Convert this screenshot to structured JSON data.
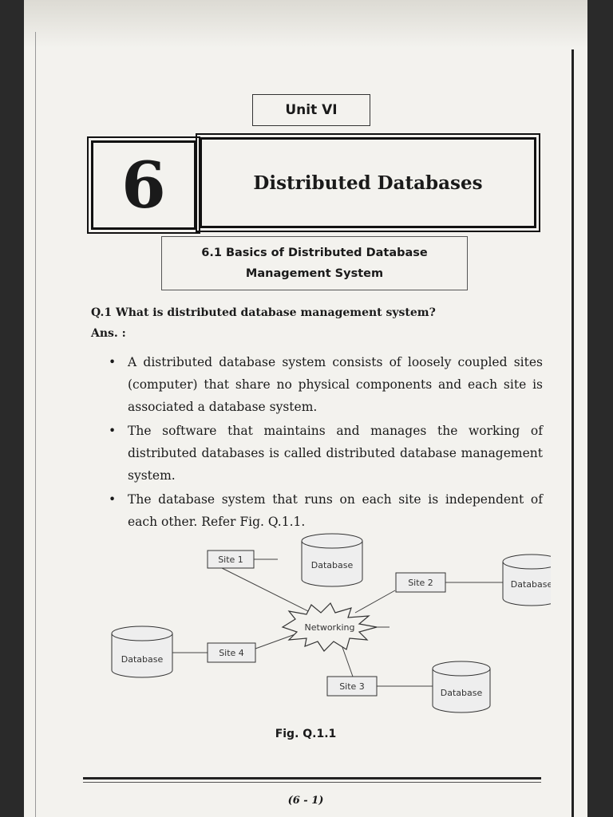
{
  "unit_label": "Unit VI",
  "chapter": {
    "number": "6",
    "title": "Distributed Databases"
  },
  "section": {
    "line1": "6.1 Basics of Distributed Database",
    "line2": "Management System"
  },
  "question": "Q.1 What is distributed database management system?",
  "answer_label": "Ans. :",
  "bullets": [
    "A distributed database system consists of loosely coupled sites (computer) that share no physical components and each site is associated a database system.",
    "The software that maintains and manages the working of distributed databases is called distributed database management system.",
    "The database system that runs on each site is independent of each other. Refer Fig. Q.1.1."
  ],
  "diagram": {
    "sites": [
      "Site 1",
      "Site 2",
      "Site 3",
      "Site 4"
    ],
    "databases": [
      "Database",
      "Database",
      "Database",
      "Database"
    ],
    "hub": "Networking"
  },
  "figure_caption": "Fig. Q.1.1",
  "page_number": "(6 - 1)"
}
